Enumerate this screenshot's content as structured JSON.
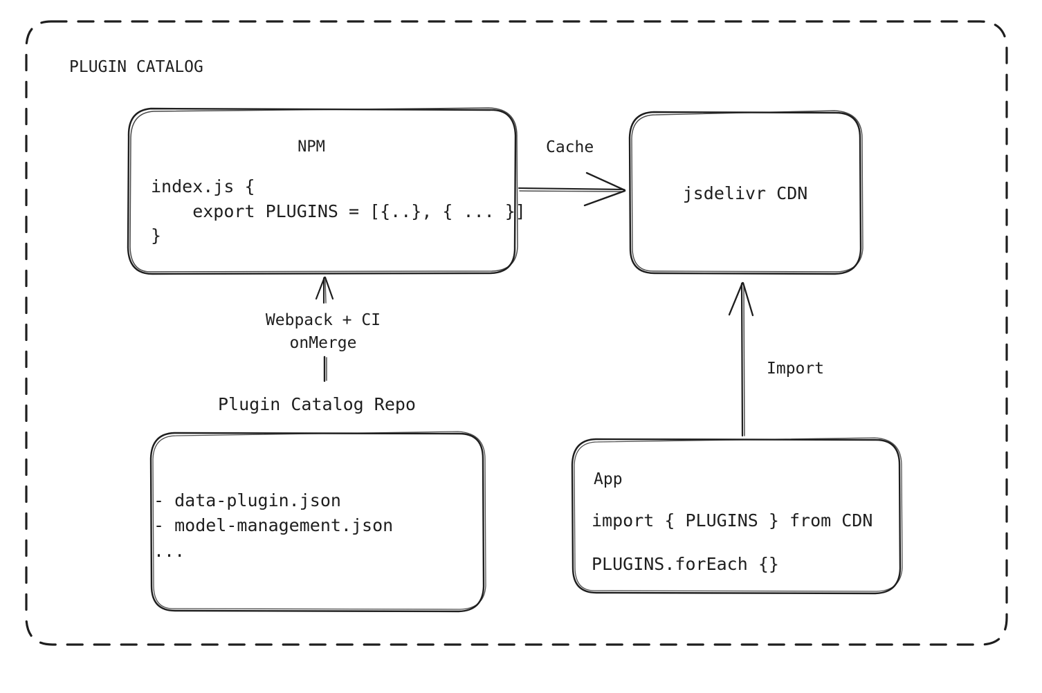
{
  "diagram": {
    "title": "PLUGIN CATALOG",
    "background": "#ffffff",
    "stroke_color": "#1e1e1e",
    "style": "hand-drawn",
    "nodes": {
      "npm": {
        "title": "NPM",
        "code_lines": "index.js {\n    export PLUGINS = [{..}, { ... }]\n}"
      },
      "cdn": {
        "title": "jsdelivr CDN"
      },
      "repo": {
        "caption": "Plugin Catalog Repo",
        "items": "- data-plugin.json\n- model-management.json\n..."
      },
      "app": {
        "title": "App",
        "code_line_1": "import { PLUGINS } from CDN",
        "code_line_2": "PLUGINS.forEach {}"
      }
    },
    "edges": {
      "npm_to_cdn": "Cache",
      "repo_to_npm": "Webpack + CI\nonMerge",
      "app_to_cdn": "Import"
    }
  }
}
